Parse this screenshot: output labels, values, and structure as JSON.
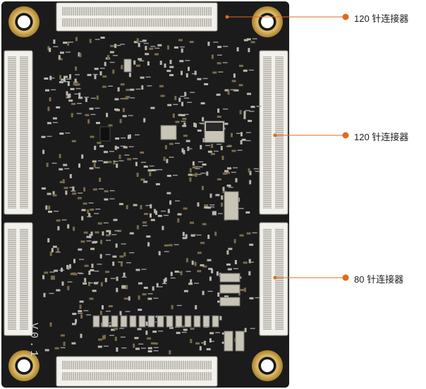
{
  "callouts": [
    {
      "label": "120 针连接器"
    },
    {
      "label": "120 针连接器"
    },
    {
      "label": "80 针连接器"
    }
  ],
  "silkscreen": {
    "version": "V0.1"
  },
  "colors": {
    "pcb": "#1a1a1a",
    "pad_gold": "#c9a04a",
    "connector_body": "#efefe8",
    "component_silver": "#b8b8b0",
    "leader_line": "#e06a1a",
    "callout_dot": "#e06a1a"
  }
}
